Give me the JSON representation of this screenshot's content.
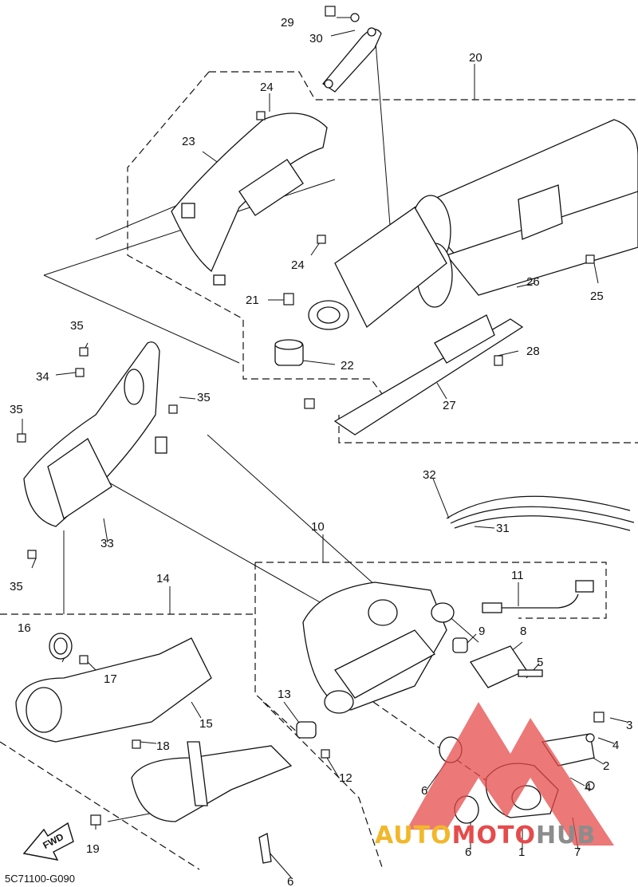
{
  "diagram": {
    "part_code": "5C71100-G090",
    "fwd_label": "FWD",
    "callouts": {
      "c29": "29",
      "c30": "30",
      "c20": "20",
      "c24a": "24",
      "c23": "23",
      "c24b": "24",
      "c25": "25",
      "c26": "26",
      "c21": "21",
      "c22": "22",
      "c28": "28",
      "c27": "27",
      "c35a": "35",
      "c34": "34",
      "c35b": "35",
      "c35c": "35",
      "c33": "33",
      "c35d": "35",
      "c32": "32",
      "c31": "31",
      "c10": "10",
      "c11": "11",
      "c14": "14",
      "c9": "9",
      "c8": "8",
      "c16": "16",
      "c17": "17",
      "c5": "5",
      "c15": "15",
      "c13": "13",
      "c3": "3",
      "c4a": "4",
      "c18": "18",
      "c2": "2",
      "c12": "12",
      "c4b": "4",
      "c6a": "6",
      "c19": "19",
      "c6b": "6",
      "c1": "1",
      "c7": "7",
      "c6c": "6"
    }
  },
  "watermark": {
    "part1": "AUTO",
    "part2": "MOTO",
    "part3": "HUB"
  },
  "colors": {
    "line": "#111111",
    "watermark_red": "#e64b4b",
    "watermark_gold": "#f2b72a",
    "watermark_grey": "#8c8c8c"
  }
}
